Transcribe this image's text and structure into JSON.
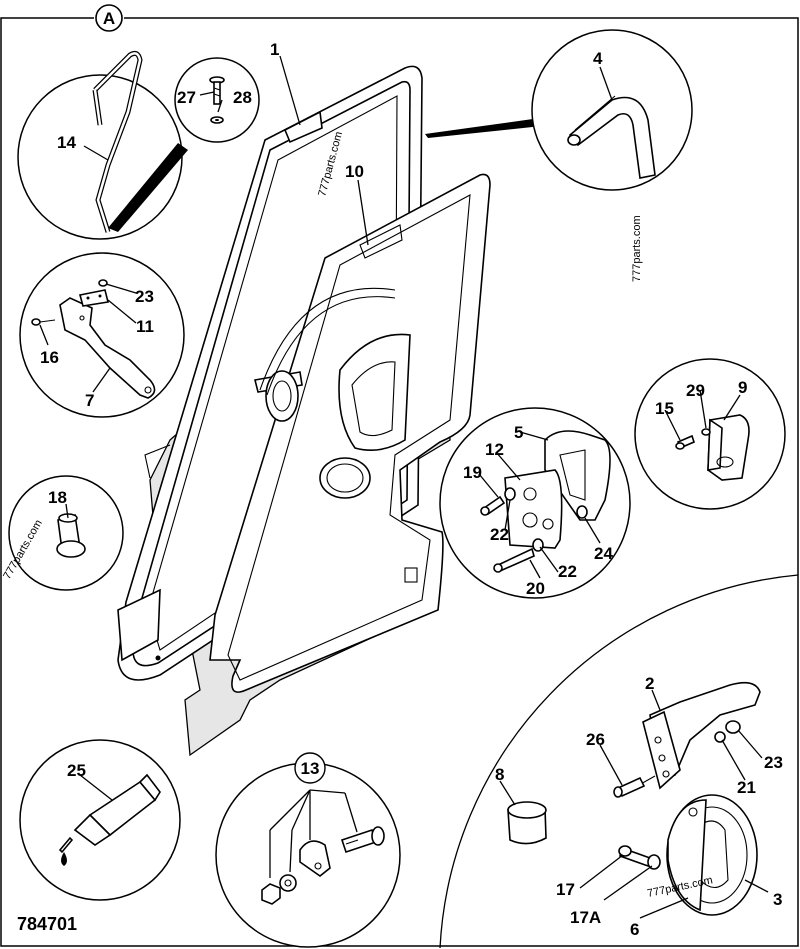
{
  "section_marker": "A",
  "drawing_number": "784701",
  "watermark": "777parts.com",
  "callouts": {
    "c1": "1",
    "c2": "2",
    "c3": "3",
    "c4": "4",
    "c5": "5",
    "c6": "6",
    "c7": "7",
    "c8": "8",
    "c9": "9",
    "c10": "10",
    "c11": "11",
    "c12": "12",
    "c13": "13",
    "c14": "14",
    "c15": "15",
    "c16": "16",
    "c17": "17",
    "c17a": "17A",
    "c18": "18",
    "c19": "19",
    "c20": "20",
    "c21": "21",
    "c22a": "22",
    "c22b": "22",
    "c23a": "23",
    "c23b": "23",
    "c24": "24",
    "c25": "25",
    "c26": "26",
    "c27": "27",
    "c28": "28",
    "c29": "29"
  }
}
